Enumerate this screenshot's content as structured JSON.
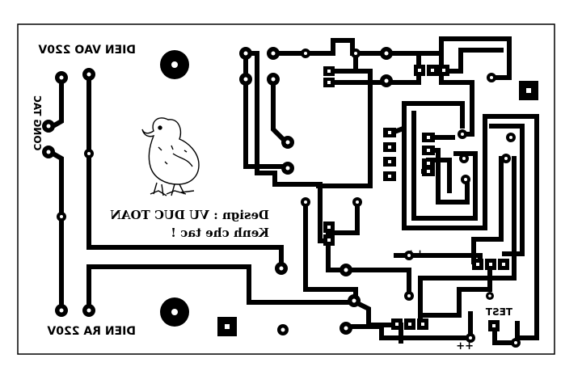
{
  "labels": {
    "power_in": "DIEN VAO 220V",
    "power_out": "DIEN RA 220V",
    "common": "CONG TAC",
    "design": "Design : VU DUC TOAN",
    "channel": "Kenh che tac !",
    "test": "TEST",
    "plus_upper": "++",
    "plus_lower": "++"
  },
  "colors": {
    "copper": "#000000",
    "board": "#ffffff"
  },
  "icons": {
    "mascot": "chick-icon"
  }
}
